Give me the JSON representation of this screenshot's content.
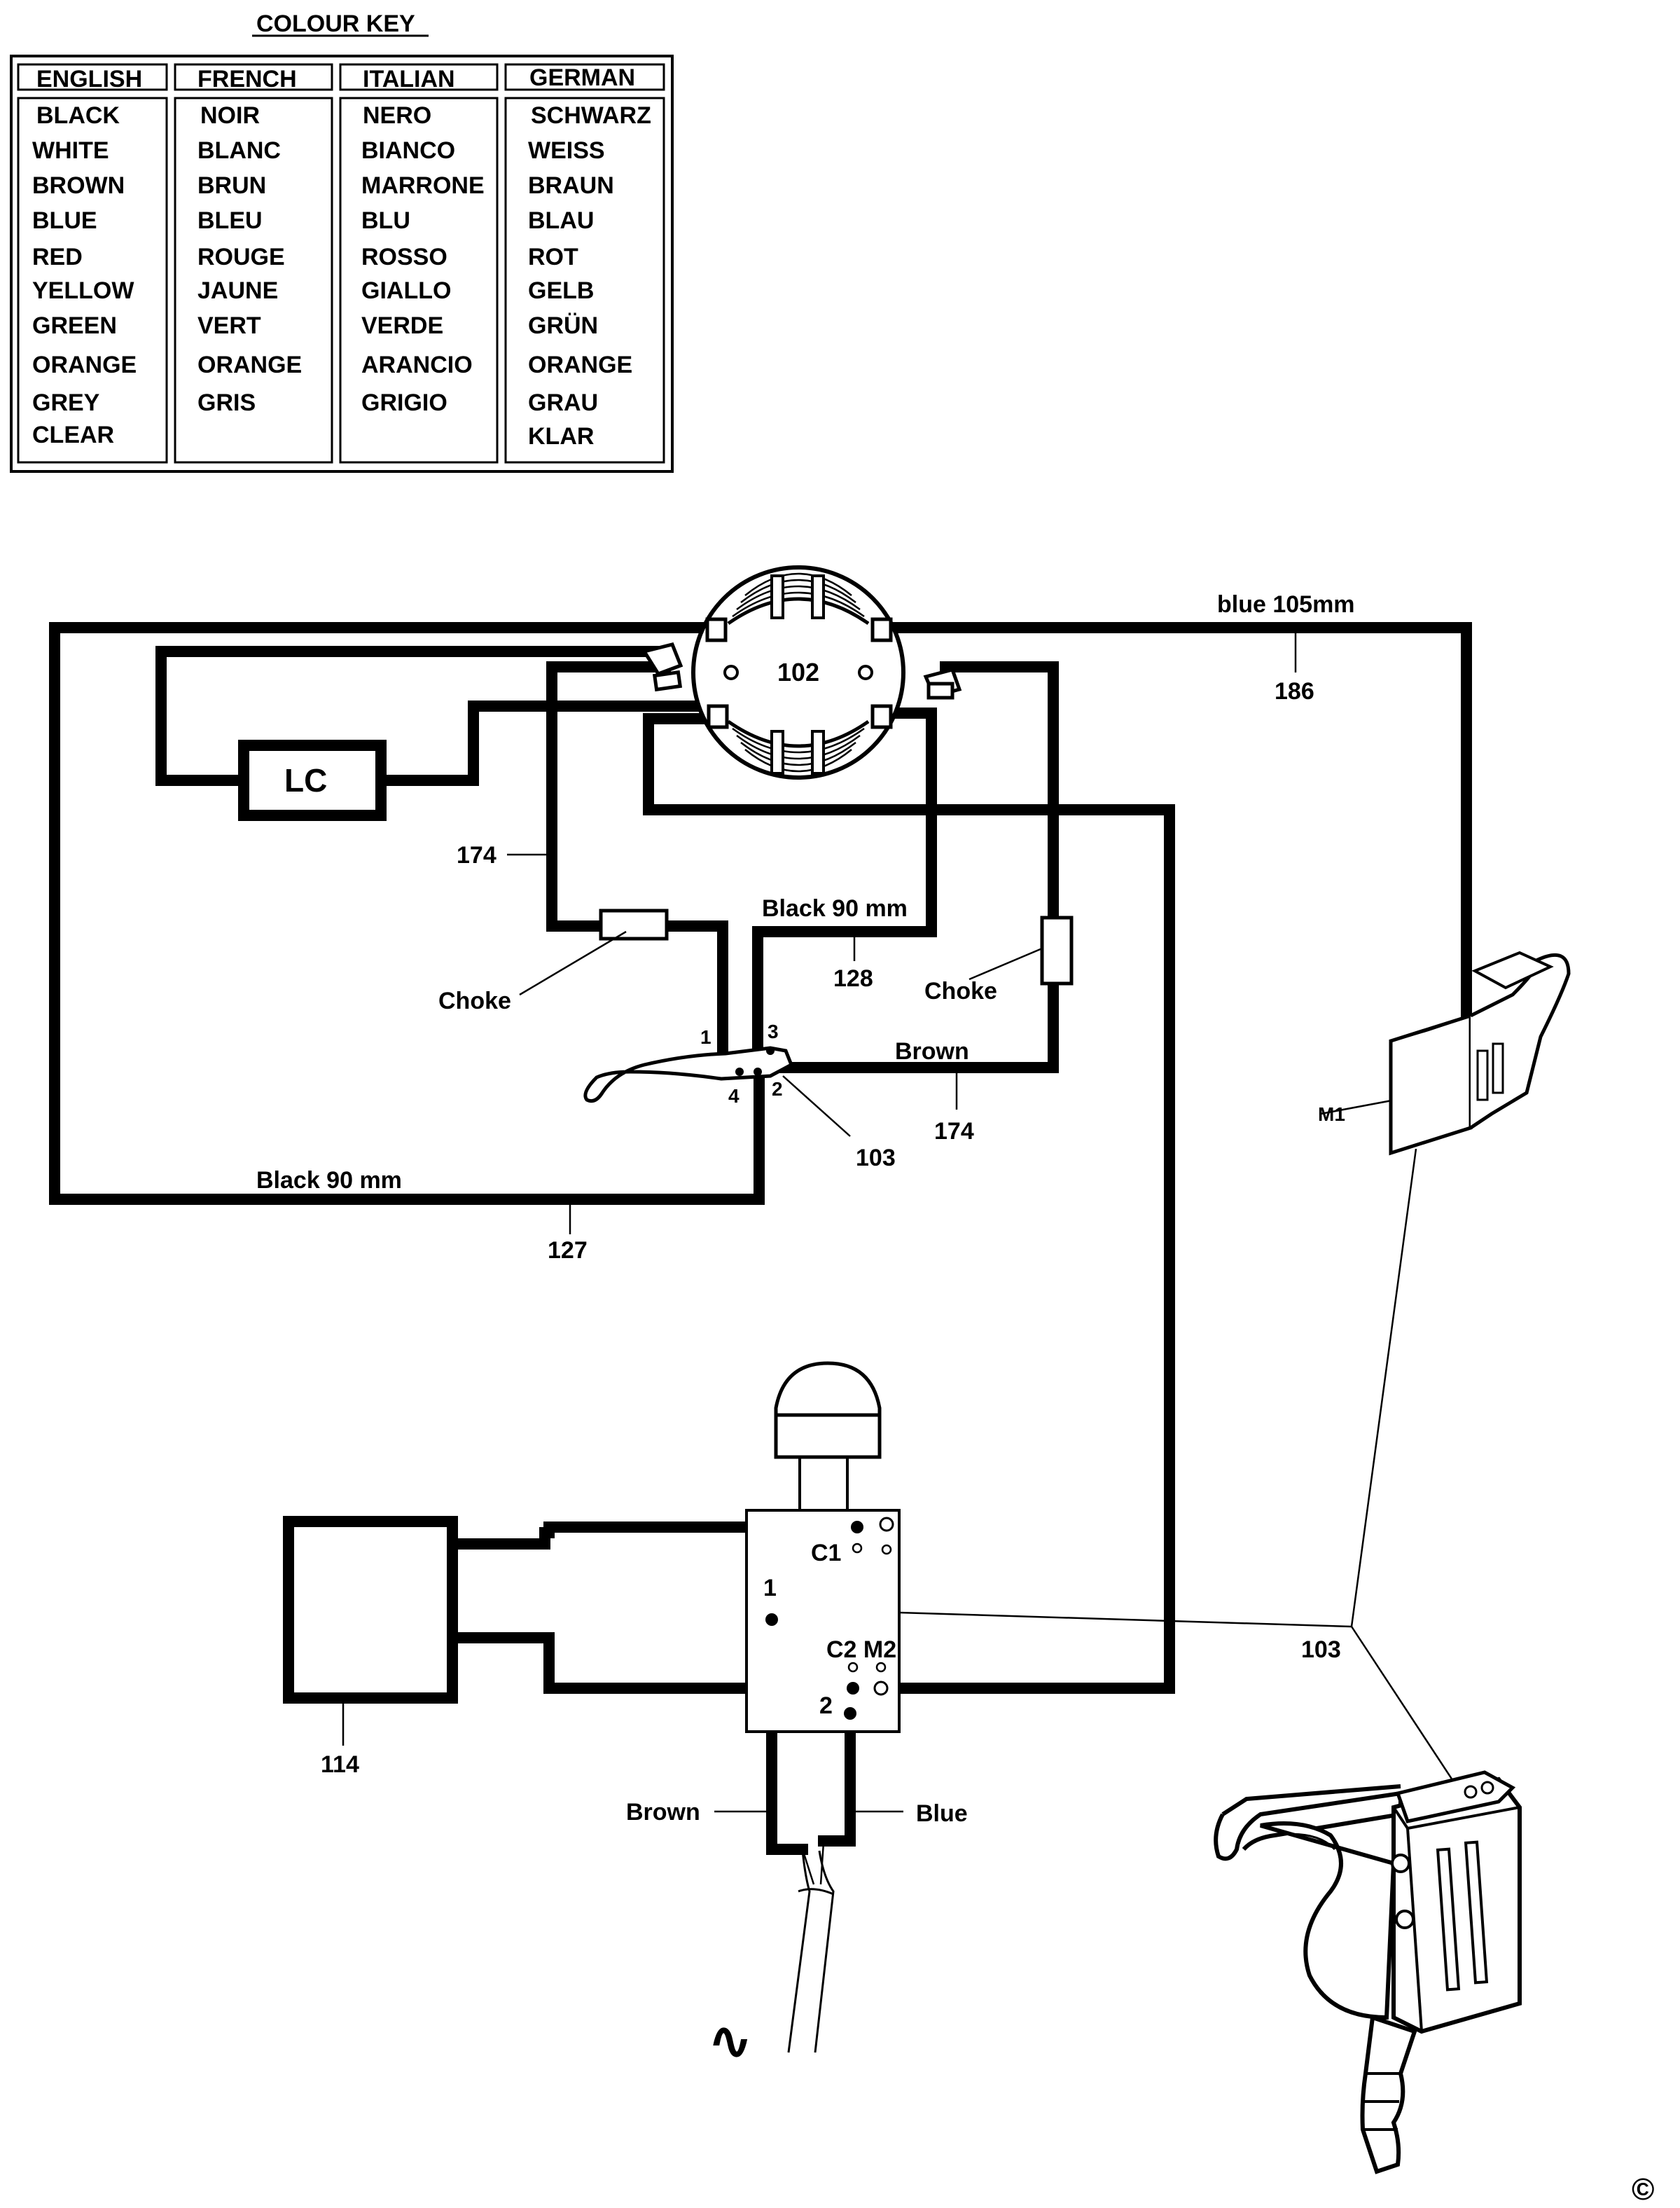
{
  "colour_key": {
    "title": "COLOUR KEY",
    "columns": [
      {
        "header": "ENGLISH",
        "items": [
          "BLACK",
          "WHITE",
          "BROWN",
          "BLUE",
          "RED",
          "YELLOW",
          "GREEN",
          "ORANGE",
          "GREY",
          "CLEAR"
        ]
      },
      {
        "header": "FRENCH",
        "items": [
          "NOIR",
          "BLANC",
          "BRUN",
          "BLEU",
          "ROUGE",
          "JAUNE",
          "VERT",
          "ORANGE",
          "GRIS",
          ""
        ]
      },
      {
        "header": "ITALIAN",
        "items": [
          "NERO",
          "BIANCO",
          "MARRONE",
          "BLU",
          "ROSSO",
          "GIALLO",
          "VERDE",
          "ARANCIO",
          "GRIGIO",
          ""
        ]
      },
      {
        "header": "GERMAN",
        "items": [
          "SCHWARZ",
          "WEISS",
          "BRAUN",
          "BLAU",
          "ROT",
          "GELB",
          "GRÜN",
          "ORANGE",
          "GRAU",
          "KLAR"
        ]
      }
    ]
  },
  "diagram": {
    "lc_label": "LC",
    "motor_label": "102",
    "wire_blue_top": "blue 105mm",
    "num_186": "186",
    "num_174_left": "174",
    "choke_left": "Choke",
    "black_90_upper": "Black 90 mm",
    "num_128": "128",
    "choke_right": "Choke",
    "brown_mid": "Brown",
    "num_174_right": "174",
    "num_103_mid": "103",
    "black_90_lower": "Black 90 mm",
    "num_127": "127",
    "sw_term_1": "1",
    "sw_term_2": "2",
    "sw_term_3": "3",
    "sw_term_4": "4",
    "m1_label": "M1",
    "c1_label": "C1",
    "c2m2_label": "C2 M2",
    "term_1": "1",
    "term_2": "2",
    "num_114": "114",
    "num_103_right": "103",
    "brown_bottom": "Brown",
    "blue_bottom": "Blue",
    "ac_symbol": "∿",
    "copyright": "©"
  }
}
